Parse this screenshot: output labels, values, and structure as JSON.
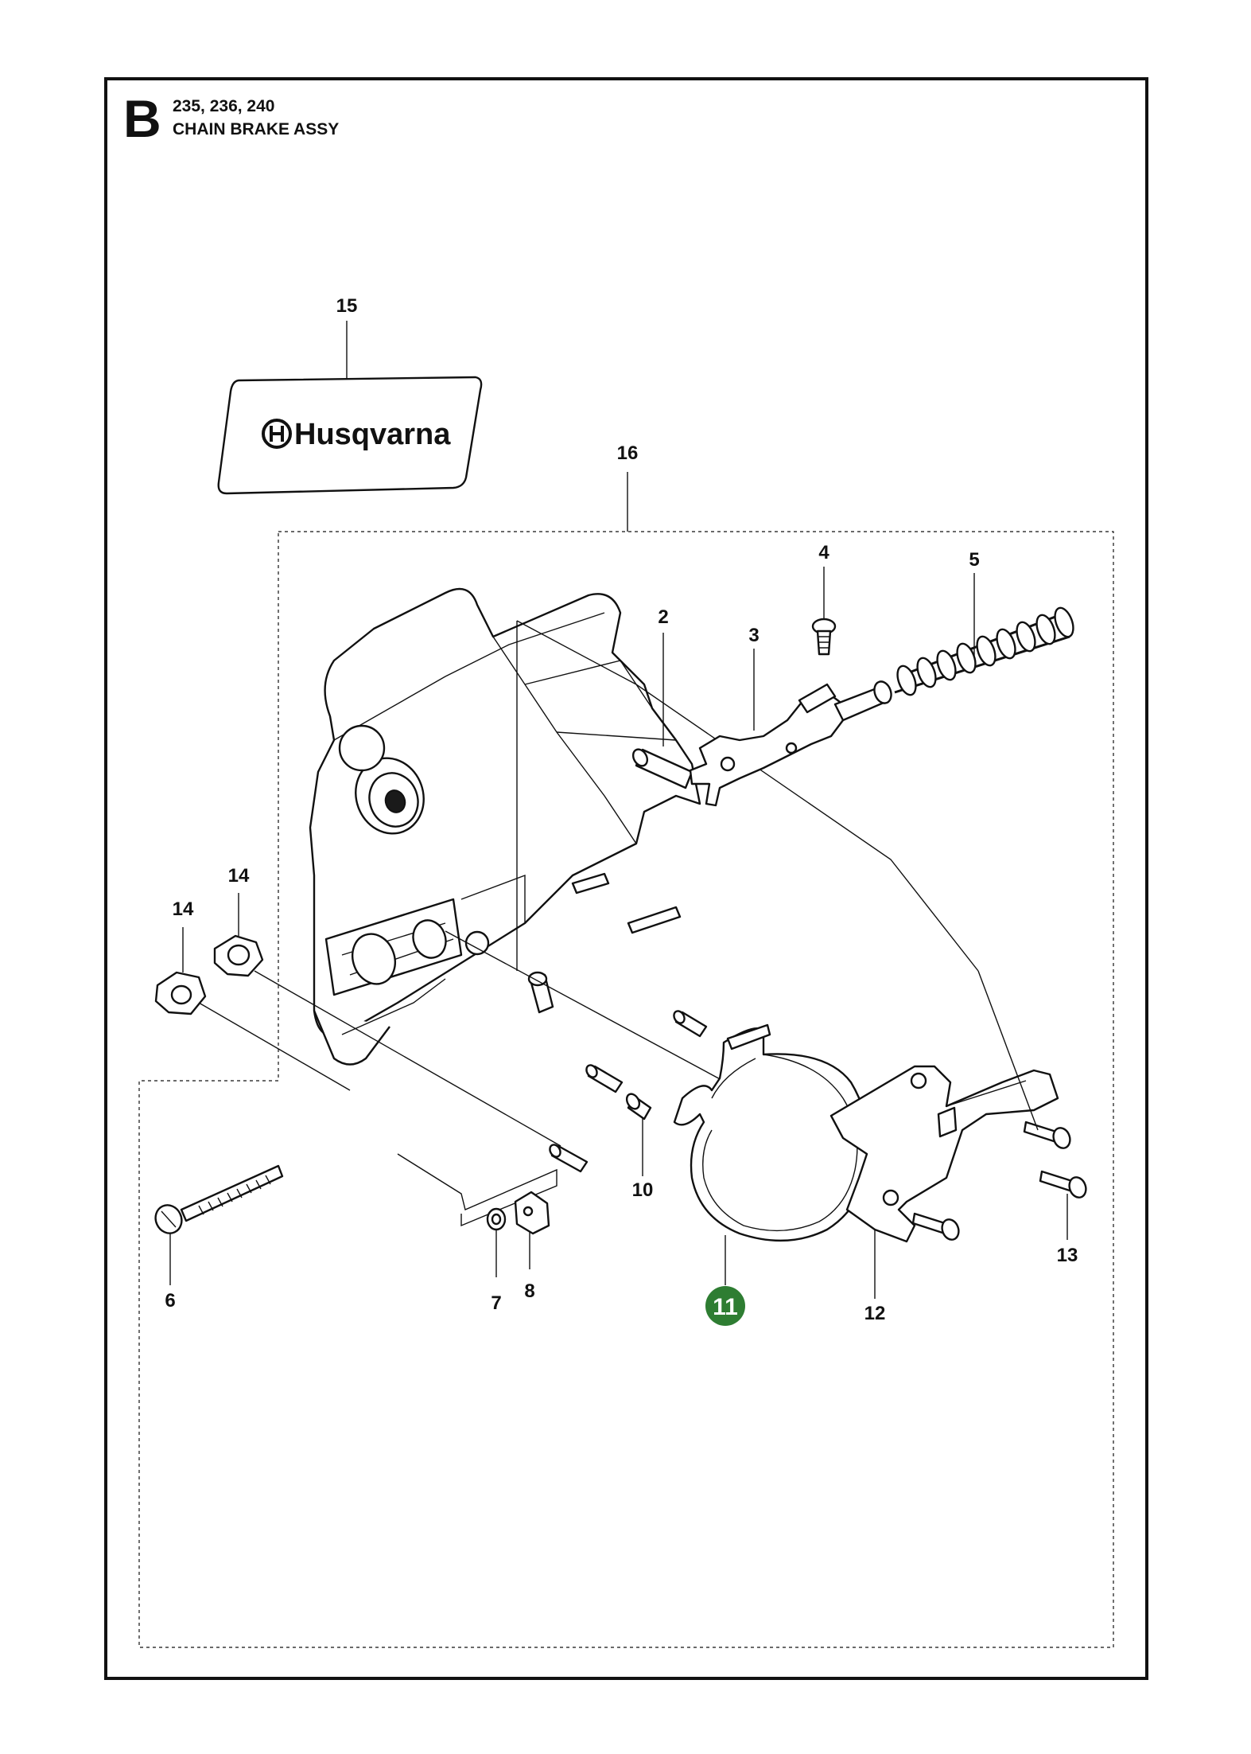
{
  "header": {
    "letter": "B",
    "models": "235, 236, 240",
    "title": "CHAIN BRAKE ASSY"
  },
  "logo_text": "Husqvarna",
  "highlight_color": "#2e7d32",
  "callouts": {
    "c2": "2",
    "c3": "3",
    "c4": "4",
    "c5": "5",
    "c6": "6",
    "c7": "7",
    "c8": "8",
    "c10": "10",
    "c11": "11",
    "c12": "12",
    "c13": "13",
    "c14a": "14",
    "c14b": "14",
    "c15": "15",
    "c16": "16"
  }
}
